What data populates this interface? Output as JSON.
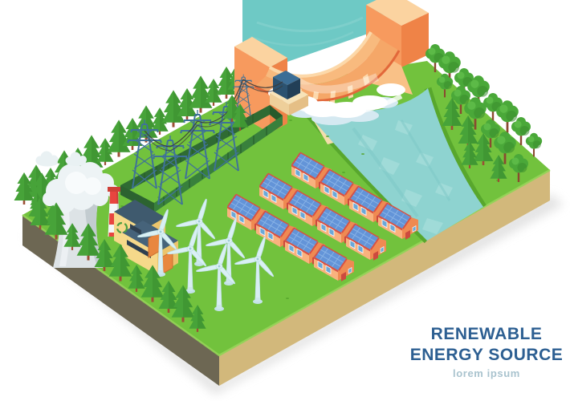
{
  "title": {
    "line1": "RENEWABLE",
    "line2": "ENERGY SOURCE",
    "subtitle": "lorem ipsum"
  },
  "scene": {
    "description": "Isometric illustration of a renewable energy landscape on a floating ground block",
    "elements": {
      "hydro_dam": "arched hydroelectric dam with spillway, foam and reservoir",
      "river": "turquoise river flowing from the dam to the block edge",
      "substation": "green-fenced substation with lattice power pylons, sagging wires and a transformer box",
      "power_plant": "plant building with recycle sign, red-white striped chimney and steaming cooling tower",
      "wind_turbines": 6,
      "solar_houses": 12,
      "power_pylons": 5,
      "trees": "conifer and round trees along the block edges",
      "clouds": 2
    },
    "icons": [
      "recycle-icon"
    ],
    "colors": {
      "background": "#ffffff",
      "grass": "#72c23d",
      "soil_left": "#6d6753",
      "soil_right": "#d2b87b",
      "river": "#8ed3d0",
      "reservoir": "#6ec9c5",
      "dam_orange": "#f79a5e",
      "dam_light": "#fbd3a0",
      "pylon_blue": "#3f7298",
      "fence_green": "#2f6b33",
      "house_wall": "#f9b27e",
      "solar_panel": "#6394d8",
      "roof_red": "#d94f43",
      "turbine": "#d8eef2",
      "tree_green": "#47a339",
      "cooling_tower_band": "#e8453f",
      "title": "#2d5f92",
      "subtitle": "#a9c3ce"
    }
  }
}
